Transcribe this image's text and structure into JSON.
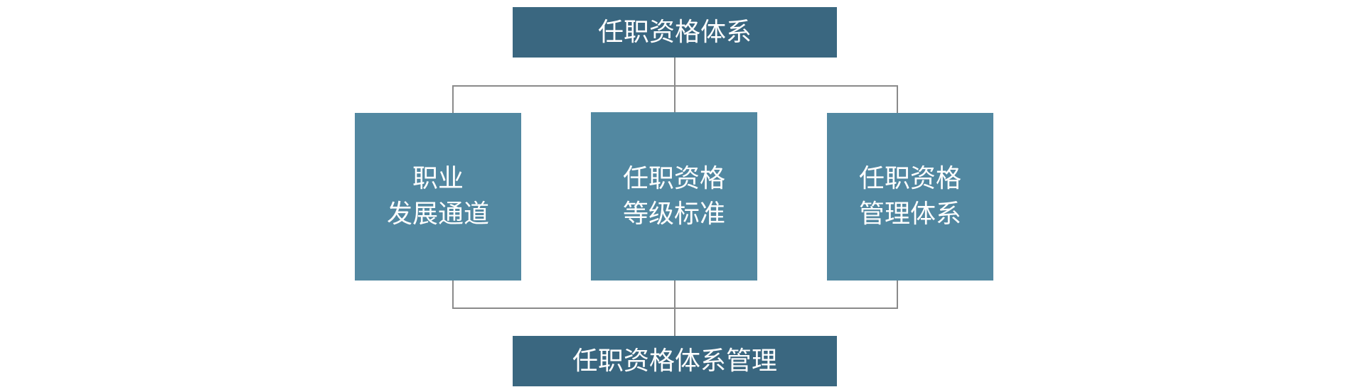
{
  "top": {
    "label": "任职资格体系"
  },
  "middle": [
    {
      "lines": [
        "职业",
        "发展通道"
      ]
    },
    {
      "lines": [
        "任职资格",
        "等级标准"
      ]
    },
    {
      "lines": [
        "任职资格",
        "管理体系"
      ]
    }
  ],
  "bottom": {
    "label": "任职资格体系管理"
  },
  "colors": {
    "dark": "#3a6780",
    "mid": "#5288a1",
    "line": "#8a8a8a"
  }
}
